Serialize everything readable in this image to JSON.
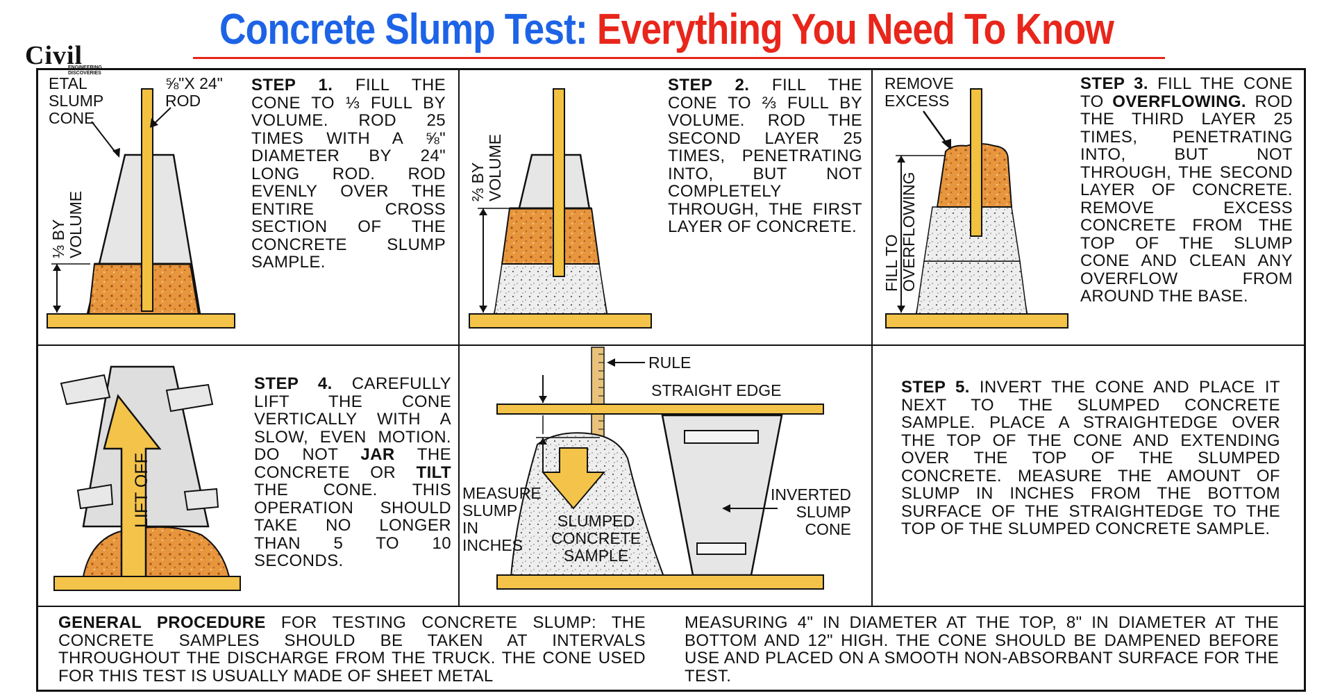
{
  "title": {
    "part1": "Concrete Slump Test:",
    "part2": "Everything You Need To Know",
    "color1": "#1d63e6",
    "color2": "#e8261b"
  },
  "logo": {
    "main": "Civil",
    "sub1": "ENGINEERING",
    "sub2": "DISCOVERIES"
  },
  "colors": {
    "concrete_orange": "#e7963d",
    "rod": "#f1c13f",
    "cone": "#dcdcdc",
    "base": "#f3c34a",
    "gravel": "#e9e9e9"
  },
  "step1": {
    "heading": "STEP 1.",
    "text": " FILL THE CONE TO ⅓ FULL BY VOLUME. ROD 25 TIMES WITH A ⅝\" DIAMETER BY 24\" LONG ROD. ROD EVENLY OVER THE ENTIRE CROSS SECTION OF THE CONCRETE SLUMP SAMPLE.",
    "label_cone": "ETAL\nSLUMP\nCONE",
    "label_rod": "⅝\"X 24\"\nROD",
    "label_volume": "⅓ BY\nVOLUME"
  },
  "step2": {
    "heading": "STEP 2.",
    "text": " FILL THE CONE TO ⅔ FULL BY VOLUME. ROD THE SECOND LAYER 25 TIMES, PENETRATING INTO, BUT NOT COMPLETELY THROUGH, THE FIRST LAYER OF CONCRETE.",
    "label_volume": "⅔ BY\nVOLUME"
  },
  "step3": {
    "heading": "STEP 3.",
    "text_a": " FILL THE CONE TO ",
    "bold_a": "OVERFLOWING.",
    "text_b": " ROD THE THIRD LAYER 25 TIMES, PENETRATING INTO, BUT NOT THROUGH, THE SECOND LAYER OF CONCRETE. REMOVE EXCESS CONCRETE FROM THE TOP OF THE SLUMP CONE AND CLEAN ANY OVERFLOW FROM AROUND THE BASE.",
    "label_remove": "REMOVE\nEXCESS",
    "label_fill": "FILL TO\nOVERFLOWING"
  },
  "step4": {
    "heading": "STEP 4.",
    "text_a": " CAREFULLY LIFT THE CONE VERTICALLY WITH A SLOW, EVEN MOTION. DO NOT ",
    "bold_a": "JAR",
    "text_b": " THE CONCRETE OR ",
    "bold_b": "TILT",
    "text_c": " THE CONE. THIS OPERATION SHOULD TAKE NO LONGER THAN 5 TO 10 SECONDS.",
    "label_lift": "LIFT OFF"
  },
  "step5_figure": {
    "label_rule": "RULE",
    "label_straight_edge": "STRAIGHT EDGE",
    "label_measure": "MEASURE\nSLUMP\nIN\nINCHES",
    "label_slumped": "SLUMPED\nCONCRETE\nSAMPLE",
    "label_inverted": "INVERTED\nSLUMP\nCONE"
  },
  "step5": {
    "heading": "STEP 5.",
    "text": " INVERT THE CONE AND PLACE IT NEXT TO THE SLUMPED CONCRETE SAMPLE. PLACE A STRAIGHTEDGE OVER THE TOP OF THE CONE AND EXTENDING OVER THE TOP OF THE SLUMPED CONCRETE. MEASURE THE AMOUNT OF SLUMP IN INCHES FROM THE BOTTOM SURFACE OF THE STRAIGHTEDGE TO THE TOP OF THE SLUMPED CONCRETE SAMPLE."
  },
  "general": {
    "heading": "GENERAL PROCEDURE",
    "text_left": " FOR TESTING CONCRETE SLUMP: THE CONCRETE SAMPLES SHOULD BE TAKEN AT INTERVALS THROUGHOUT THE DISCHARGE FROM THE TRUCK. THE CONE USED FOR THIS TEST IS USUALLY MADE OF SHEET METAL",
    "text_right": "MEASURING 4\" IN DIAMETER AT THE TOP, 8\" IN DIAMETER AT THE BOTTOM AND 12\" HIGH. THE CONE SHOULD BE DAMPENED BEFORE USE AND PLACED ON A SMOOTH NON-ABSORBANT SURFACE FOR THE TEST."
  }
}
